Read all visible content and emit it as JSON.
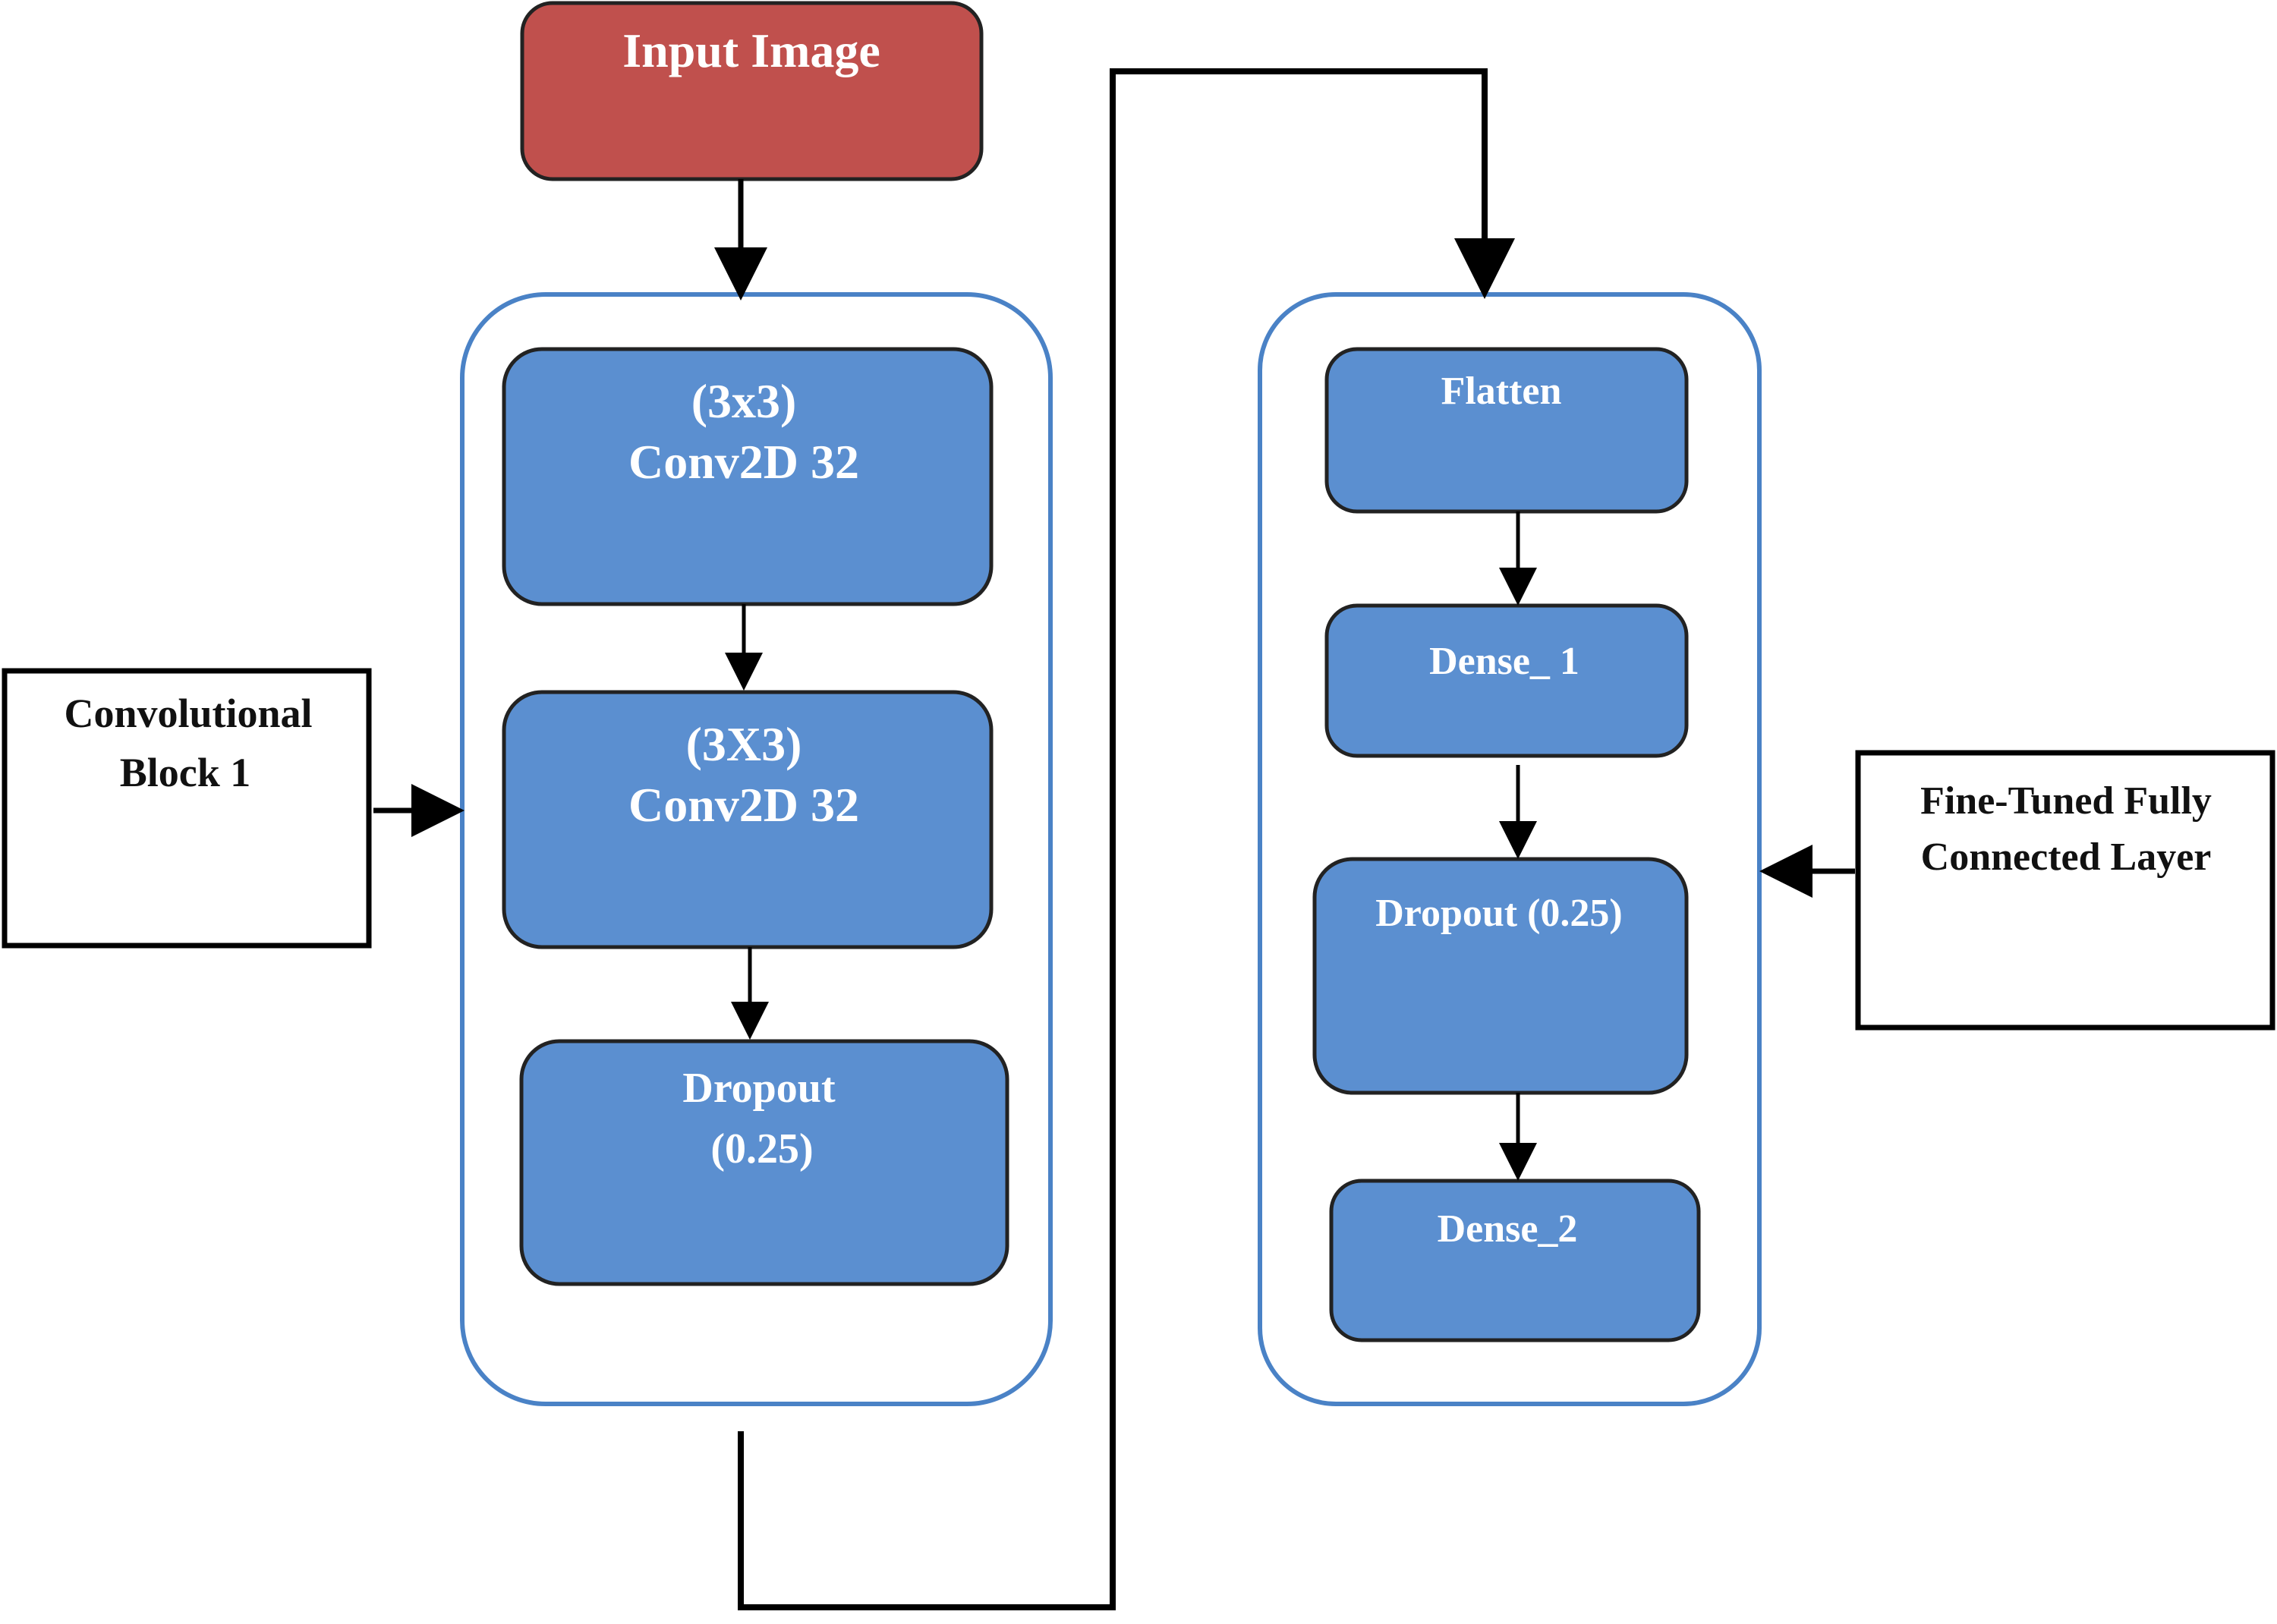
{
  "colors": {
    "input_fill": "#c0504d",
    "layer_fill": "#5b8fd0",
    "group_border": "#4a82c6",
    "node_border": "#222222",
    "line": "#000000",
    "label_box_fill": "#ffffff"
  },
  "input": {
    "label": "Input Image"
  },
  "conv_block": {
    "layers": [
      {
        "line1": "(3x3)",
        "line2": "Conv2D 32"
      },
      {
        "line1": "(3X3)",
        "line2": "Conv2D 32"
      },
      {
        "line1": "Dropout",
        "line2": "(0.25)"
      }
    ]
  },
  "fc_block": {
    "layers": [
      {
        "line1": "Flatten"
      },
      {
        "line1": "Dense_ 1"
      },
      {
        "line1": "Dropout (0.25)"
      },
      {
        "line1": "Dense_2"
      }
    ]
  },
  "annotations": {
    "conv_block_label": {
      "line1": "Convolutional",
      "line2": "Block 1"
    },
    "fc_block_label": {
      "line1": "Fine-Tuned Fully",
      "line2": "Connected Layer"
    }
  }
}
